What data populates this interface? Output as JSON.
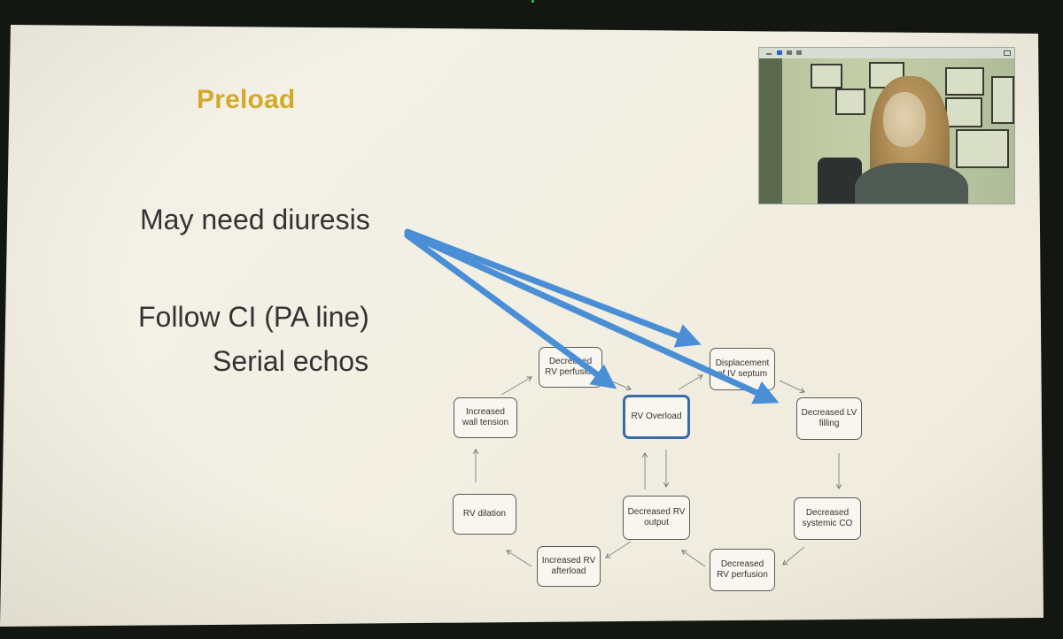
{
  "slide": {
    "title": "Preload",
    "bullets": [
      "May need diuresis",
      "Follow CI (PA line)",
      "Serial echos"
    ]
  },
  "diagram": {
    "nodes": [
      {
        "id": "decreased-rv-perfusion-top",
        "label": "Decreased RV perfusion"
      },
      {
        "id": "displacement-iv-septum",
        "label": "Displacement of IV septum"
      },
      {
        "id": "increased-wall-tension",
        "label": "Increased wall tension"
      },
      {
        "id": "rv-overload",
        "label": "RV Overload"
      },
      {
        "id": "decreased-lv-filling",
        "label": "Decreased LV filling"
      },
      {
        "id": "rv-dilation",
        "label": "RV dilation"
      },
      {
        "id": "decreased-rv-output",
        "label": "Decreased RV output"
      },
      {
        "id": "decreased-systemic-co",
        "label": "Decreased systemic CO"
      },
      {
        "id": "increased-rv-afterload",
        "label": "Increased RV afterload"
      },
      {
        "id": "decreased-rv-perfusion-bottom",
        "label": "Decreased RV perfusion"
      }
    ]
  },
  "colors": {
    "title": "#d4aa2a",
    "annotation_arrow": "#4a8fd6",
    "highlight_border": "#3c6aa8"
  },
  "video_window": {
    "toolbar_icons": [
      "minimize-icon",
      "speaker-view-icon",
      "gallery-view-icon",
      "grid-view-icon",
      "exit-fullscreen-icon"
    ]
  }
}
